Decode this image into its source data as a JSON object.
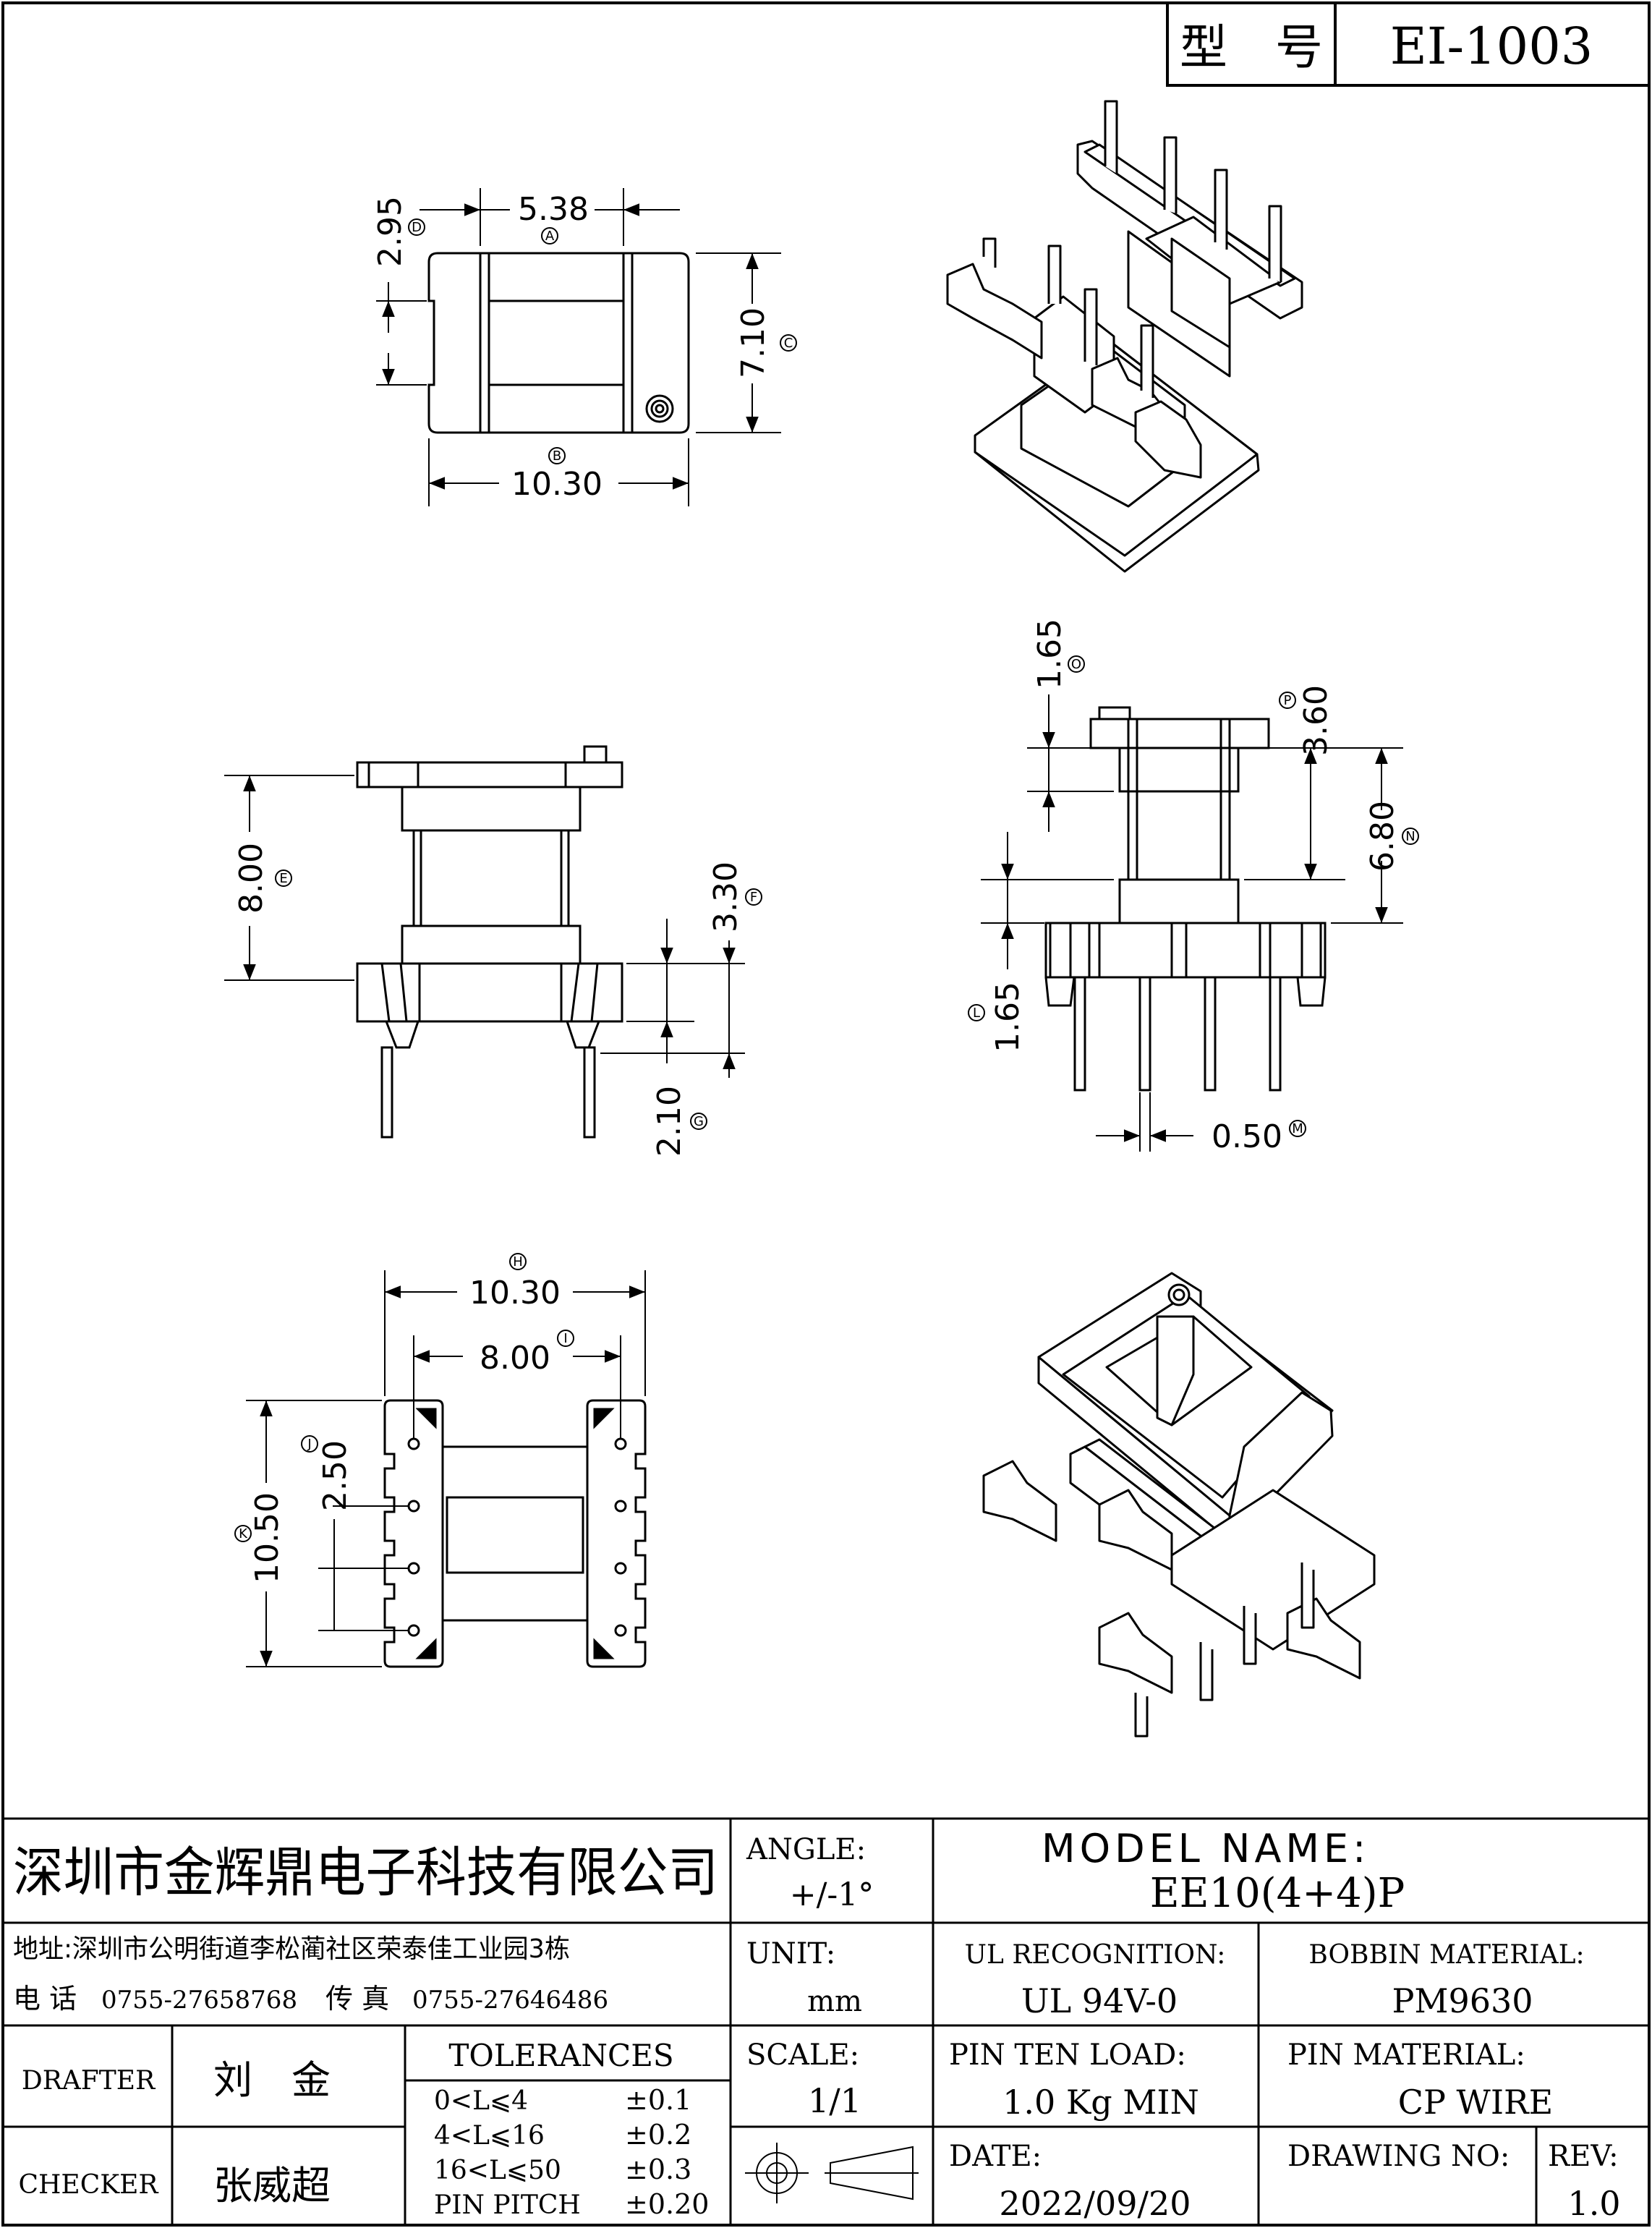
{
  "header": {
    "type_label": "型　号",
    "model_code": "EI-1003"
  },
  "dimensions": {
    "A": {
      "value": "5.38",
      "marker": "A"
    },
    "B": {
      "value": "10.30",
      "marker": "B"
    },
    "C": {
      "value": "7.10",
      "marker": "C"
    },
    "D": {
      "value": "2.95",
      "marker": "D"
    },
    "E": {
      "value": "8.00",
      "marker": "E"
    },
    "F": {
      "value": "3.30",
      "marker": "F"
    },
    "G": {
      "value": "2.10",
      "marker": "G"
    },
    "H": {
      "value": "10.30",
      "marker": "H"
    },
    "I": {
      "value": "8.00",
      "marker": "I"
    },
    "J": {
      "value": "2.50",
      "marker": "J"
    },
    "K": {
      "value": "10.50",
      "marker": "K"
    },
    "L": {
      "value": "1.65",
      "marker": "L"
    },
    "M": {
      "value": "0.50",
      "marker": "M"
    },
    "N": {
      "value": "6.80",
      "marker": "N"
    },
    "O": {
      "value": "1.65",
      "marker": "O"
    },
    "P": {
      "value": "3.60",
      "marker": "P"
    }
  },
  "title_block": {
    "company": "深圳市金辉鼎电子科技有限公司",
    "address": "地址:深圳市公明街道李松蔺社区荣泰佳工业园3栋",
    "phone_label": "电 话",
    "phone": "0755-27658768",
    "fax_label": "传 真",
    "fax": "0755-27646486",
    "drafter_label": "DRAFTER",
    "drafter": "刘　金",
    "checker_label": "CHECKER",
    "checker": "张威超",
    "tolerances_title": "TOLERANCES",
    "tolerances": [
      {
        "range": "0<L⩽4",
        "value": "±0.1"
      },
      {
        "range": "4<L⩽16",
        "value": "±0.2"
      },
      {
        "range": "16<L⩽50",
        "value": "±0.3"
      },
      {
        "range": "PIN PITCH",
        "value": "±0.20"
      }
    ],
    "angle_label": "ANGLE:",
    "angle_value": "+/-1°",
    "unit_label": "UNIT:",
    "unit_value": "mm",
    "scale_label": "SCALE:",
    "scale_value": "1/1",
    "model_name_label": "MODEL NAME:",
    "model_name_value": "EE10(4+4)P",
    "ul_label": "UL RECOGNITION:",
    "ul_value": "UL 94V-0",
    "bobbin_label": "BOBBIN MATERIAL:",
    "bobbin_value": "PM9630",
    "pin_load_label": "PIN TEN LOAD:",
    "pin_load_value": "1.0 Kg MIN",
    "pin_material_label": "PIN MATERIAL:",
    "pin_material_value": "CP WIRE",
    "date_label": "DATE:",
    "date_value": "2022/09/20",
    "drawing_no_label": "DRAWING NO:",
    "drawing_no_value": "",
    "rev_label": "REV:",
    "rev_value": "1.0"
  }
}
